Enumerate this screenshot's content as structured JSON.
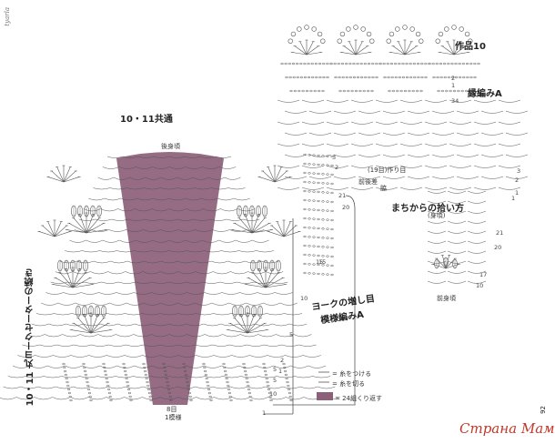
{
  "logo_text": "tyarla",
  "labels": {
    "common_title": "10・11共通",
    "back_neck": "後身頃",
    "work_title": "作品10",
    "edging_a": "縁編みA",
    "front_center": "前後差",
    "eighteen_rows": "(19目)作り目",
    "pickup_title": "まちからの拾い方",
    "pickup_sub": "(身頃)",
    "front_body": "前身頃",
    "yoke_increase_1": "ヨークの増し目",
    "yoke_increase_2": "模様編みA",
    "side_title": "10・11 丸ヨークセーターの続き",
    "bottom_count": "8目",
    "bottom_repeat": "1模様",
    "legend_attach": "= 糸をつける",
    "legend_cut": "= 糸を切る",
    "legend_repeat": "= 24組くり返す",
    "page_number": "92",
    "watermark": "Страна Мам",
    "marker_b": "脇"
  },
  "row_numbers_left": [
    "15",
    "5",
    "1",
    "10",
    "5"
  ],
  "row_numbers_mid": [
    "3",
    "2",
    "21",
    "20",
    "15",
    "10",
    "5",
    "2",
    "1"
  ],
  "row_numbers_right": [
    "2",
    "1",
    "34",
    "3",
    "2",
    "1",
    "21",
    "20",
    "17",
    "10",
    "1"
  ],
  "colors": {
    "shaded": "#8c6079",
    "ink": "#555555",
    "watermark": "#c0392b"
  }
}
